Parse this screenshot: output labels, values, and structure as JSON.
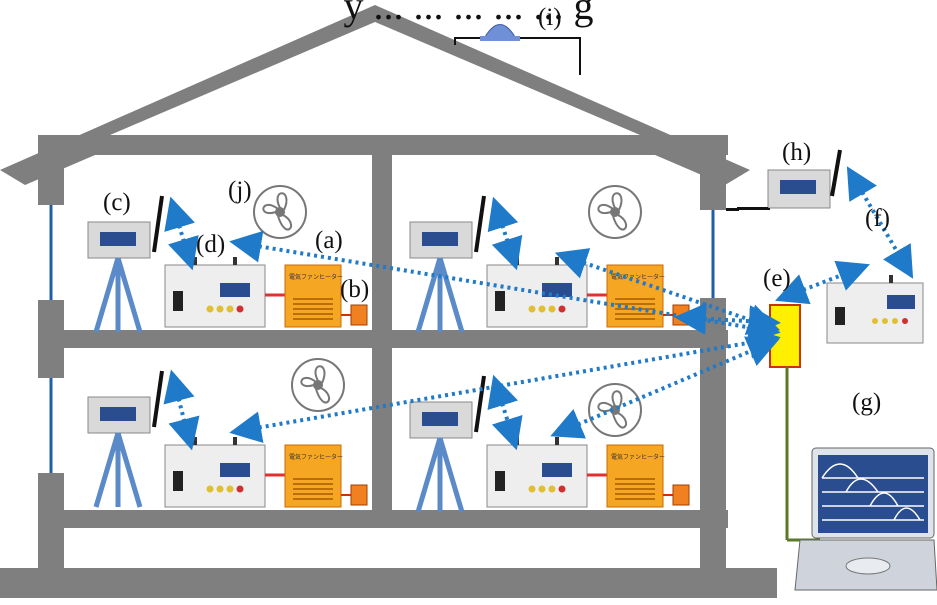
{
  "caption": "y ... ... ... ... ... g",
  "labels": {
    "a": "(a)",
    "b": "(b)",
    "c": "(c)",
    "d": "(d)",
    "e": "(e)",
    "f": "(f)",
    "g": "(g)",
    "h": "(h)",
    "i": "(i)",
    "j": "(j)"
  },
  "heater_text": "電気ファンヒーター",
  "colors": {
    "house": "#7f7f7f",
    "wifi": "#1f7ac9",
    "heater": "#f5a623",
    "hub": "#ffef00",
    "cable": "#5a7a2a",
    "screen_bg": "#2a4d8f"
  }
}
